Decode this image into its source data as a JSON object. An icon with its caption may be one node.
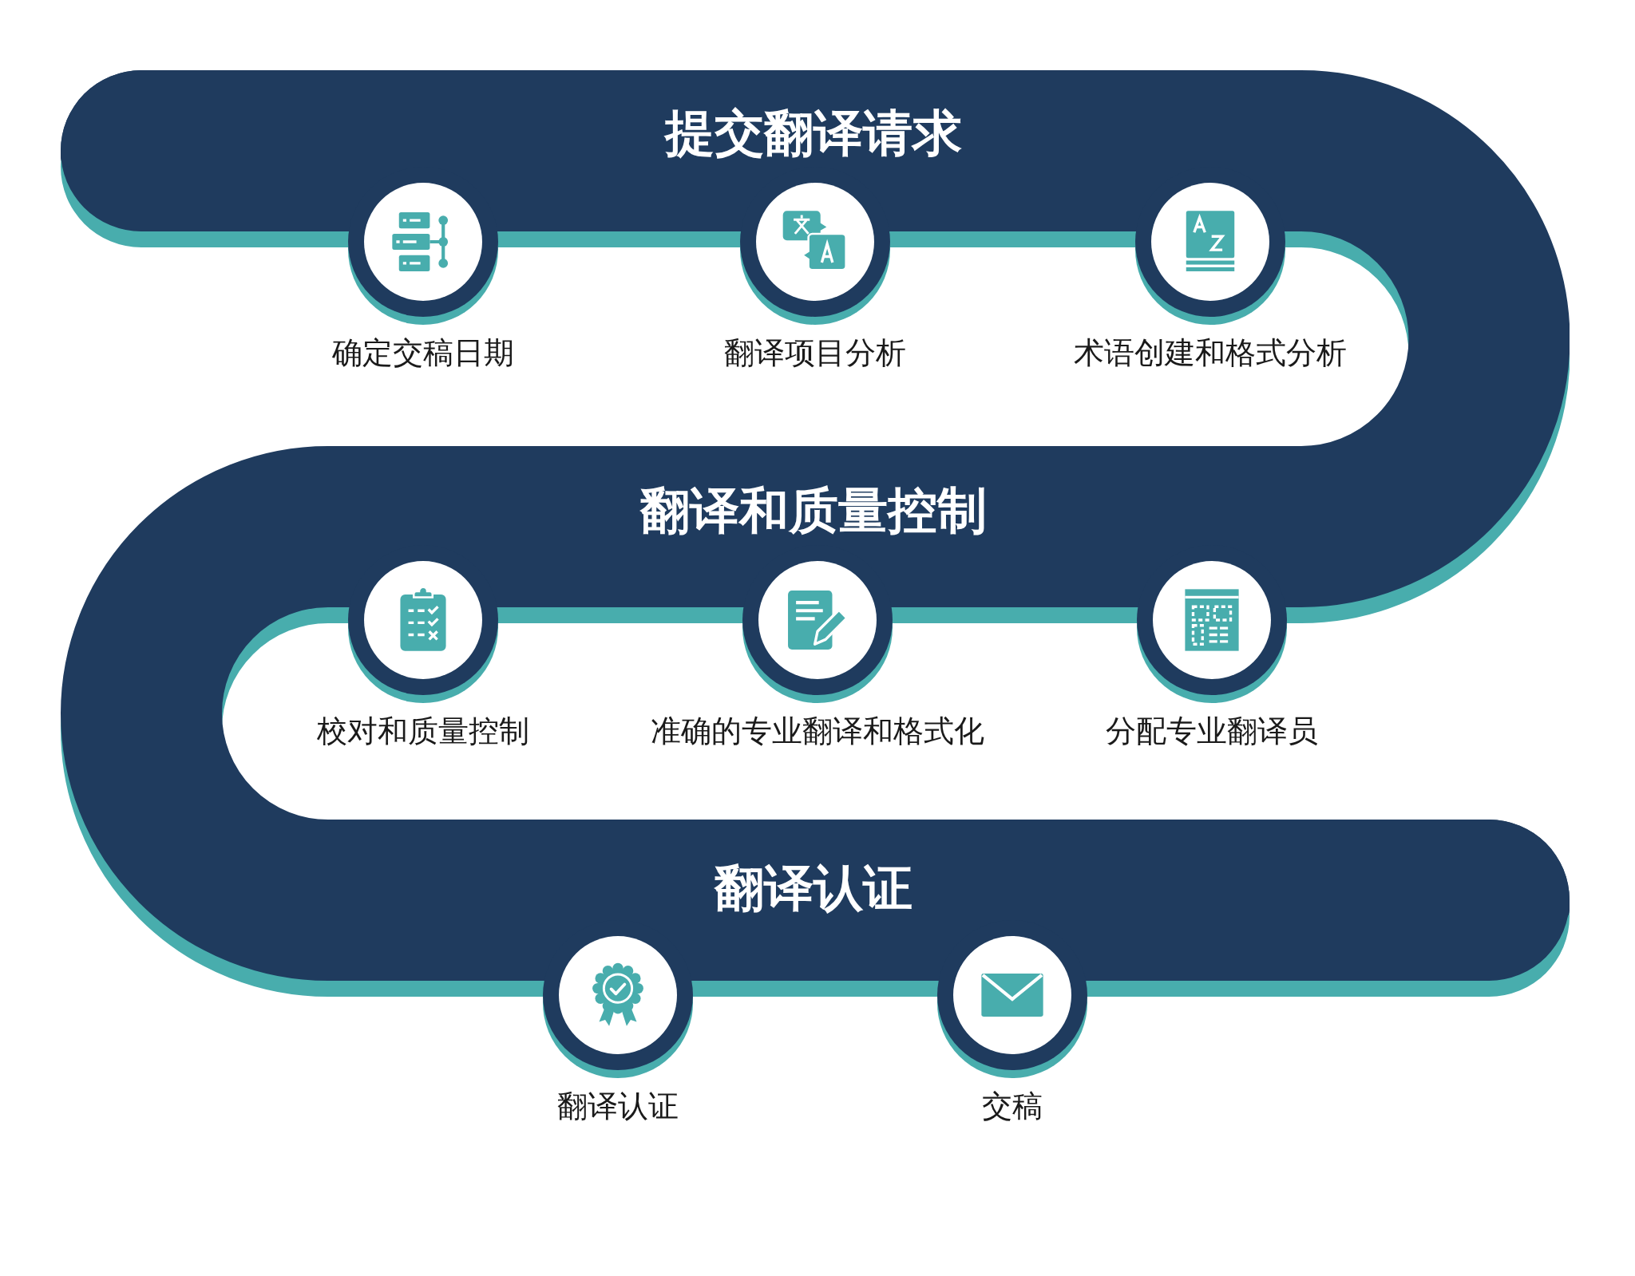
{
  "diagram": {
    "nodes": [
      {
        "text": [
          "提交翻译请求"
        ]
      },
      {
        "text": [
          "确定交稿日期"
        ]
      },
      {
        "text": [
          "翻译项目分析"
        ]
      },
      {
        "text": [
          "术语创建和格式分析"
        ]
      },
      {
        "text": [
          "翻译和质量控制"
        ]
      },
      {
        "text": [
          "校对和质量控制"
        ]
      },
      {
        "text": [
          "准确的专业翻译和格式化"
        ]
      },
      {
        "text": [
          "分配专业翻译员"
        ]
      },
      {
        "text": [
          "翻译认证"
        ]
      },
      {
        "text": [
          "翻译认证"
        ]
      },
      {
        "text": [
          "交稿"
        ]
      }
    ]
  }
}
